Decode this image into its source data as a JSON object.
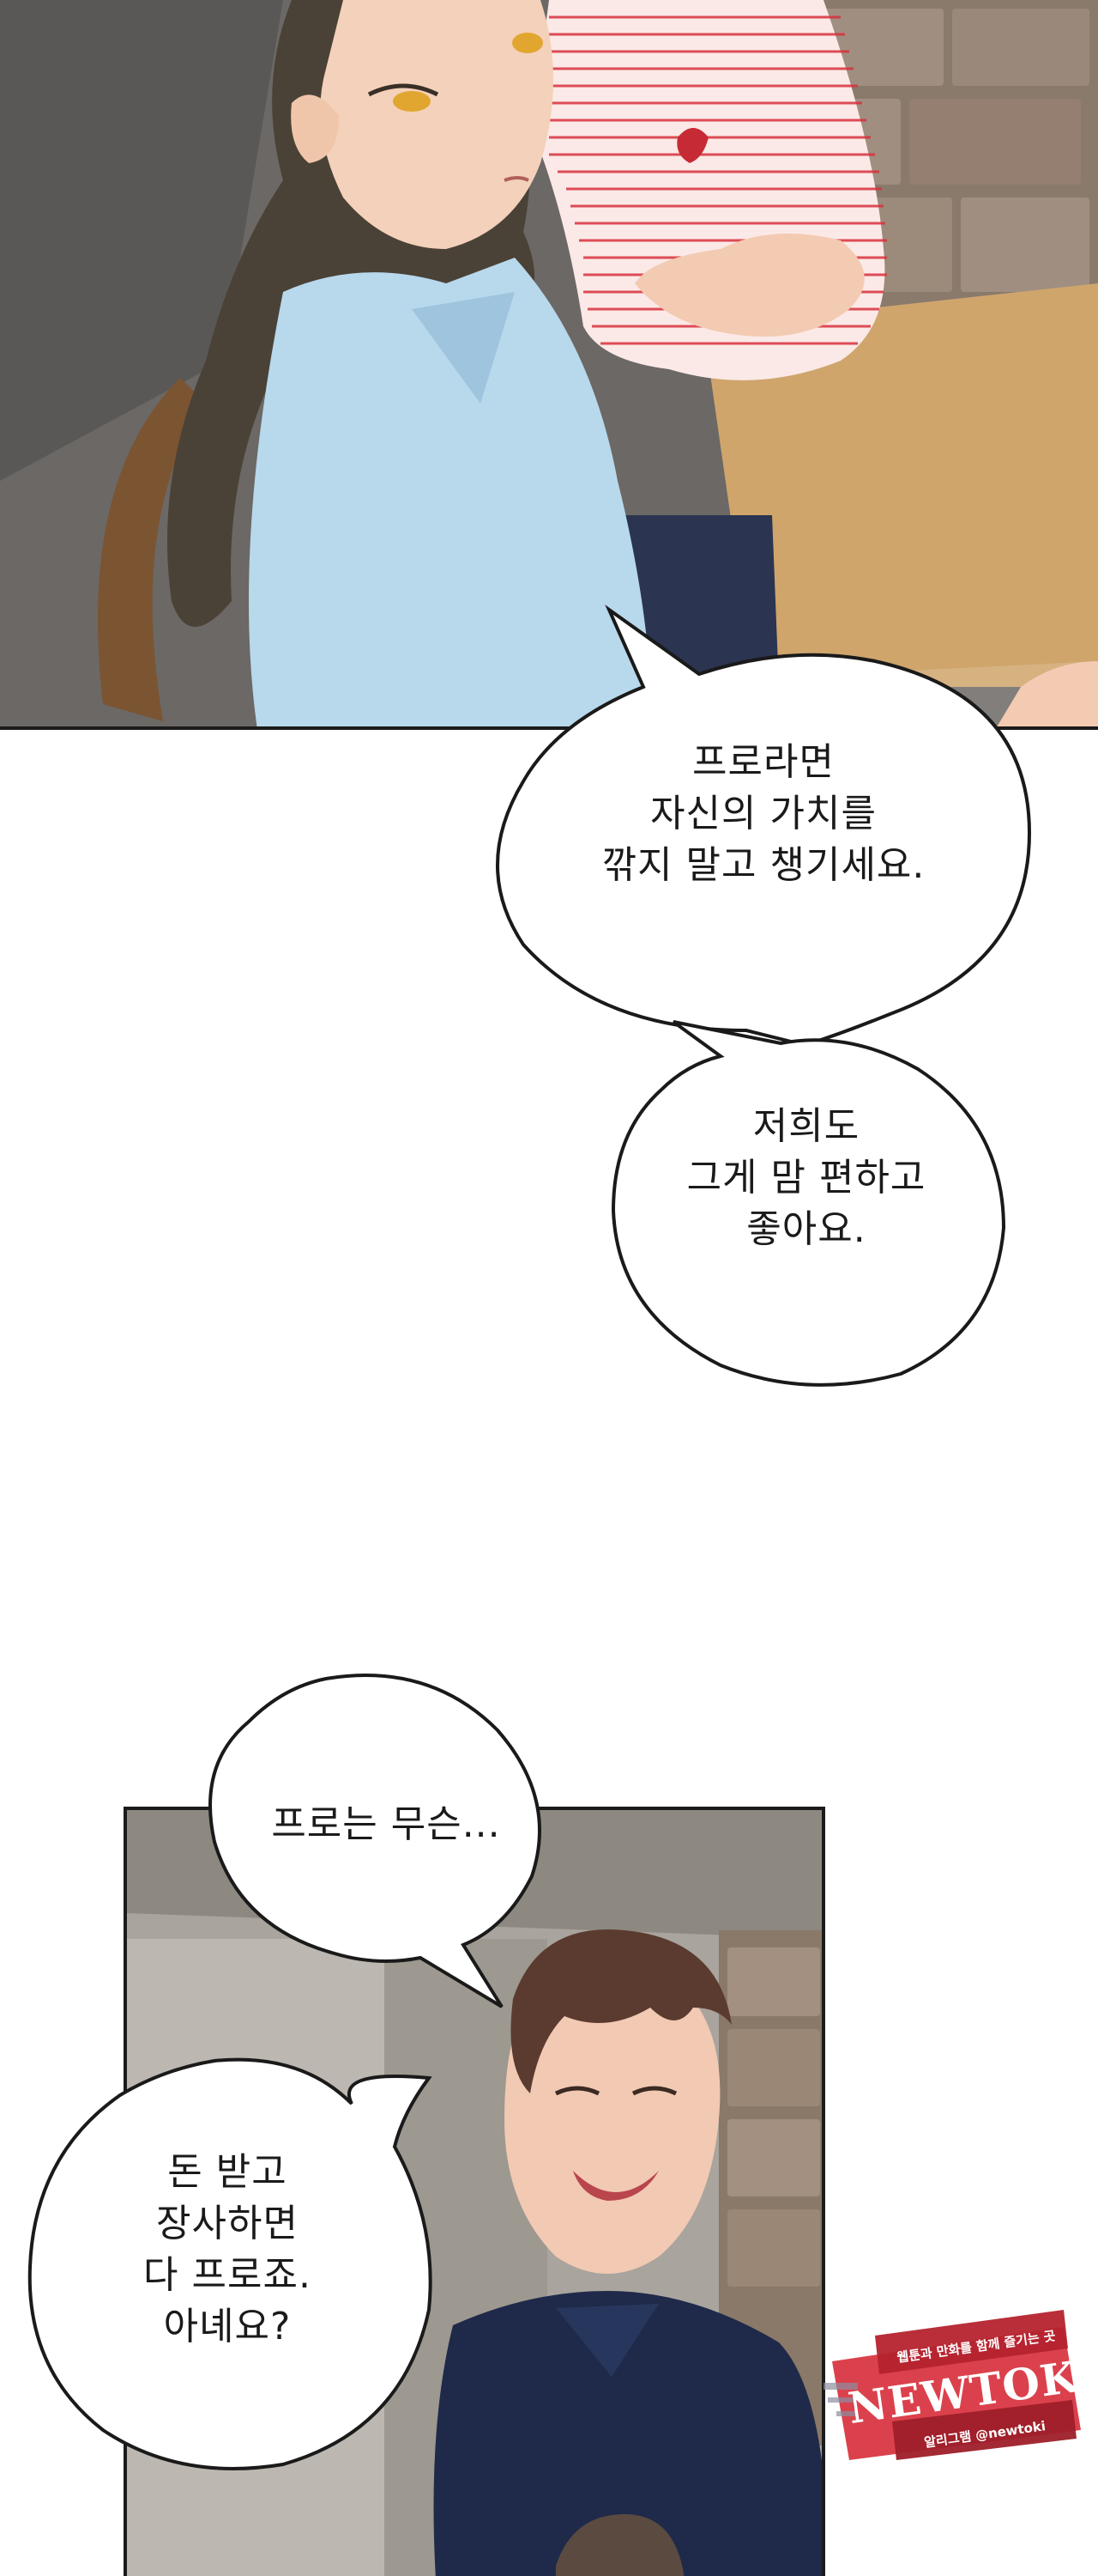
{
  "bubbles": {
    "b1": {
      "lines": [
        "프로라면",
        "자신의 가치를",
        "깎지 말고 챙기세요."
      ]
    },
    "b2": {
      "lines": [
        "저희도",
        "그게 맘 편하고",
        "좋아요."
      ]
    },
    "b3": {
      "lines": [
        "프로는 무슨..."
      ]
    },
    "b4": {
      "lines": [
        "돈 받고",
        "장사하면",
        "다 프로죠.",
        "아녜요?"
      ]
    }
  },
  "watermark": {
    "title": "NEWTOKI",
    "tagline": "웹툰과 만화를 함께 즐기는 곳",
    "handle": "알리그램 @newtoki"
  },
  "colors": {
    "accent_red": "#d8313d",
    "shirt_blue": "#b8d8ec",
    "navy_shirt": "#1f2a4a"
  }
}
